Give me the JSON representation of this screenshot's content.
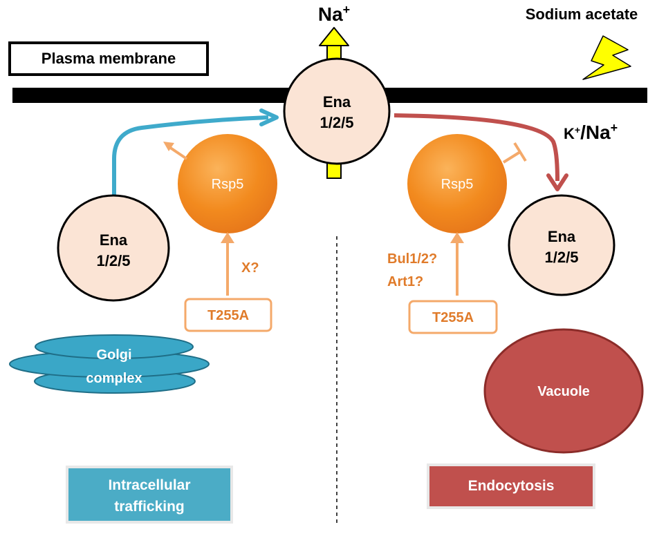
{
  "labels": {
    "plasma_membrane": "Plasma membrane",
    "sodium_acetate": "Sodium acetate",
    "na_top_base": "Na",
    "na_top_sup": "+",
    "k_base": "K",
    "k_sup": "+",
    "slash": "/",
    "na_right_base": "Na",
    "na_right_sup": "+",
    "ena_line1": "Ena",
    "ena_line2": "1/2/5",
    "rsp5": "Rsp5",
    "x_q": "X?",
    "bul": "Bul1/2?",
    "art": "Art1?",
    "t255a": "T255A",
    "golgi_line1": "Golgi",
    "golgi_line2": "complex",
    "vacuole": "Vacuole",
    "intracellular_line1": "Intracellular",
    "intracellular_line2": "trafficking",
    "endocytosis": "Endocytosis"
  },
  "colors": {
    "membrane": "#000000",
    "ena_fill": "#fbe4d5",
    "rsp5_orange": "#f58a1f",
    "label_orange": "#e07b2a",
    "teal": "#3faacb",
    "golgi": "#2f96b4",
    "red": "#c0504d",
    "arrow_yellow": "#ffff00",
    "bolt_yellow": "#ffff00"
  }
}
